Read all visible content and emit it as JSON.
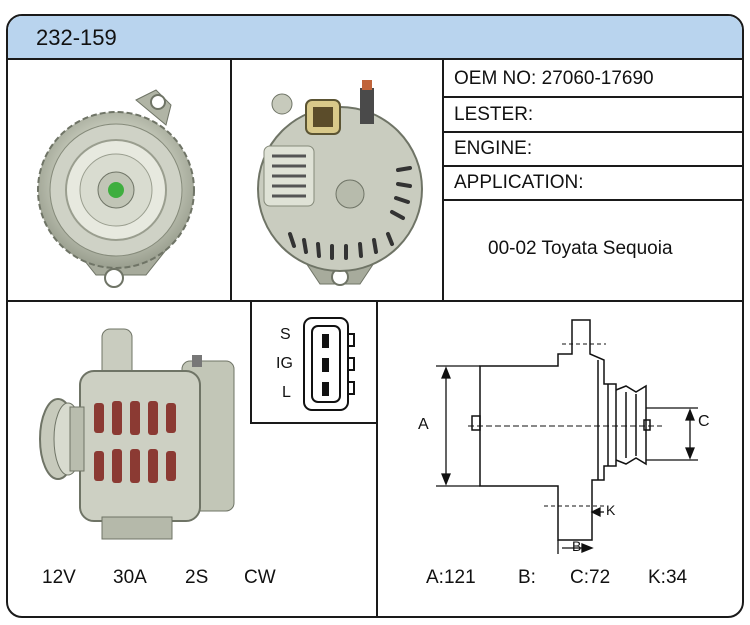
{
  "part_number": "232-159",
  "specs": {
    "oem": {
      "label": "OEM NO:",
      "value": "27060-17690"
    },
    "lester": {
      "label": "LESTER:",
      "value": ""
    },
    "engine": {
      "label": "ENGINE:",
      "value": ""
    },
    "application": {
      "label": "APPLICATION:",
      "value": ""
    },
    "application_detail": "00-02 Toyata Sequoia"
  },
  "connector": {
    "terminals": [
      "S",
      "IG",
      "L"
    ]
  },
  "electrical": {
    "voltage": "12V",
    "amperage": "30A",
    "groove": "2S",
    "rotation": "CW"
  },
  "dimensions": {
    "labels": {
      "a": "A",
      "b": "B",
      "c": "C",
      "k": "K"
    },
    "values": {
      "a": "A:121",
      "b": "B:",
      "c": "C:72",
      "k": "K:34"
    }
  },
  "colors": {
    "header_bg": "#b9d4ee",
    "border": "#1a1a1a",
    "metal": "#c9ccbf"
  }
}
